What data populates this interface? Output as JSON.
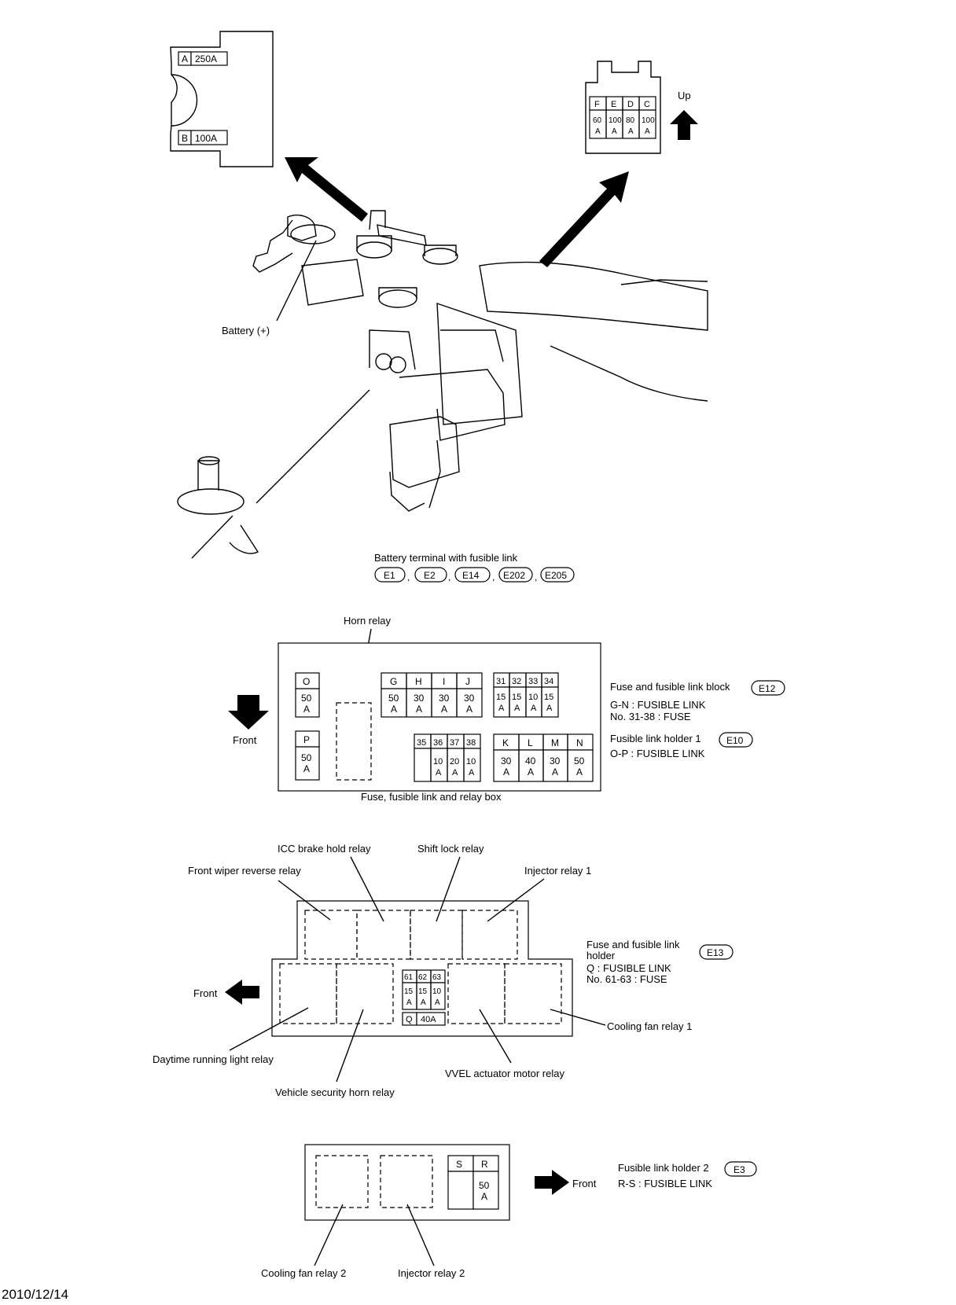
{
  "fusible_250_100": {
    "A": {
      "letter": "A",
      "rating": "250A"
    },
    "B": {
      "letter": "B",
      "rating": "100A"
    }
  },
  "upper_right_link": {
    "cols": [
      {
        "letter": "F",
        "rating_top": "60",
        "rating_bot": "A"
      },
      {
        "letter": "E",
        "rating_top": "100",
        "rating_bot": "A"
      },
      {
        "letter": "D",
        "rating_top": "80",
        "rating_bot": "A"
      },
      {
        "letter": "C",
        "rating_top": "100",
        "rating_bot": "A"
      }
    ],
    "up_label": "Up"
  },
  "battery": {
    "battery_plus_label": "Battery (+)",
    "terminal_label": "Battery terminal with fusible link",
    "connectors": [
      "E1",
      "E2",
      "E14",
      "E202",
      "E205"
    ]
  },
  "relay_box": {
    "horn_relay_label": "Horn relay",
    "front_label": "Front",
    "box_caption": "Fuse, fusible link and relay box",
    "O": {
      "letter": "O",
      "r1": "50",
      "r2": "A"
    },
    "P": {
      "letter": "P",
      "r1": "50",
      "r2": "A"
    },
    "GHIJ": [
      {
        "letter": "G",
        "r1": "50",
        "r2": "A"
      },
      {
        "letter": "H",
        "r1": "30",
        "r2": "A"
      },
      {
        "letter": "I",
        "r1": "30",
        "r2": "A"
      },
      {
        "letter": "J",
        "r1": "30",
        "r2": "A"
      }
    ],
    "f31_34": [
      {
        "letter": "31",
        "r1": "15",
        "r2": "A"
      },
      {
        "letter": "32",
        "r1": "15",
        "r2": "A"
      },
      {
        "letter": "33",
        "r1": "10",
        "r2": "A"
      },
      {
        "letter": "34",
        "r1": "15",
        "r2": "A"
      }
    ],
    "f35_38": [
      {
        "letter": "35",
        "r1": "",
        "r2": ""
      },
      {
        "letter": "36",
        "r1": "10",
        "r2": "A"
      },
      {
        "letter": "37",
        "r1": "20",
        "r2": "A"
      },
      {
        "letter": "38",
        "r1": "10",
        "r2": "A"
      }
    ],
    "KLMN": [
      {
        "letter": "K",
        "r1": "30",
        "r2": "A"
      },
      {
        "letter": "L",
        "r1": "40",
        "r2": "A"
      },
      {
        "letter": "M",
        "r1": "30",
        "r2": "A"
      },
      {
        "letter": "N",
        "r1": "50",
        "r2": "A"
      }
    ],
    "legend": {
      "block_label": "Fuse and fusible link block",
      "block_conn": "E12",
      "block_line1": "G-N : FUSIBLE LINK",
      "block_line2": "No. 31-38 : FUSE",
      "holder1_label": "Fusible link holder 1",
      "holder1_conn": "E10",
      "holder1_line": "O-P : FUSIBLE LINK"
    }
  },
  "holder_e13": {
    "labels": {
      "icc": "ICC brake hold relay",
      "shift": "Shift lock relay",
      "wiper": "Front wiper reverse relay",
      "injector1": "Injector relay 1",
      "front": "Front",
      "drl": "Daytime running light relay",
      "vsh": "Vehicle security horn relay",
      "vvel": "VVEL actuator motor relay",
      "cooling1": "Cooling fan relay 1"
    },
    "fuses": [
      {
        "letter": "61",
        "r1": "15",
        "r2": "A"
      },
      {
        "letter": "62",
        "r1": "15",
        "r2": "A"
      },
      {
        "letter": "63",
        "r1": "10",
        "r2": "A"
      }
    ],
    "Q": {
      "letter": "Q",
      "rating": "40A"
    },
    "legend": {
      "title1": "Fuse and fusible link",
      "title2": "holder",
      "conn": "E13",
      "line1": "Q : FUSIBLE LINK",
      "line2": "No. 61-63 : FUSE"
    }
  },
  "holder2": {
    "S": {
      "letter": "S"
    },
    "R": {
      "letter": "R",
      "r1": "50",
      "r2": "A"
    },
    "front_label": "Front",
    "legend_label": "Fusible link holder 2",
    "conn": "E3",
    "line": "R-S : FUSIBLE LINK",
    "cooling2": "Cooling fan relay 2",
    "injector2": "Injector relay 2"
  },
  "footer": {
    "date": "2010/12/14"
  }
}
